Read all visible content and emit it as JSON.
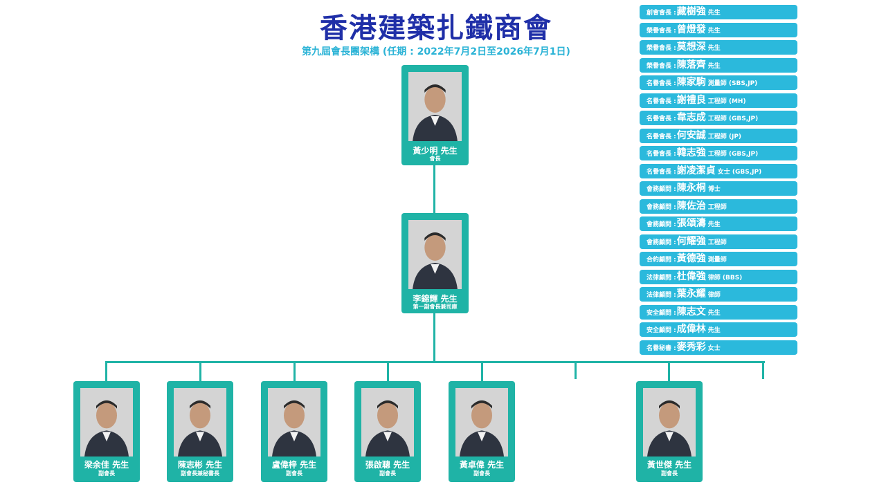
{
  "header": {
    "title": "香港建築扎鐵商會",
    "subtitle": "第九屆會長團架構 (任期 : 2022年7月2日至2026年7月1日)"
  },
  "president": {
    "name": "黃少明 先生",
    "role": "會長"
  },
  "first_vice": {
    "name": "李錦輝 先生",
    "role": "第一副會長兼司庫"
  },
  "vice_presidents": [
    {
      "name": "梁余佳 先生",
      "role": "副會長"
    },
    {
      "name": "陳志彬 先生",
      "role": "副會長兼秘書長"
    },
    {
      "name": "盧偉梓 先生",
      "role": "副會長"
    },
    {
      "name": "張啟聰 先生",
      "role": "副會長"
    },
    {
      "name": "黃卓偉 先生",
      "role": "副會長"
    },
    {
      "name": "黃世傑 先生",
      "role": "副會長"
    }
  ],
  "roster": [
    {
      "title": "創會會長 :",
      "name": "藏樹強",
      "suffix": "先生"
    },
    {
      "title": "榮譽會長 :",
      "name": "曾燈發",
      "suffix": "先生"
    },
    {
      "title": "榮譽會長 :",
      "name": "莫想深",
      "suffix": "先生"
    },
    {
      "title": "榮譽會長 :",
      "name": "陳落齊",
      "suffix": "先生"
    },
    {
      "title": "名譽會長 :",
      "name": "陳家駒",
      "suffix": "測量師 (SBS,JP)"
    },
    {
      "title": "名譽會長 :",
      "name": "謝禮良",
      "suffix": "工程師 (MH)"
    },
    {
      "title": "名譽會長 :",
      "name": "韋志成",
      "suffix": "工程師 (GBS,JP)"
    },
    {
      "title": "名譽會長 :",
      "name": "何安誠",
      "suffix": "工程師 (JP)"
    },
    {
      "title": "名譽會長 :",
      "name": "韓志強",
      "suffix": "工程師 (GBS,JP)"
    },
    {
      "title": "名譽會長 :",
      "name": "謝凌潔貞",
      "suffix": "女士 (GBS,JP)"
    },
    {
      "title": "會務顧問 :",
      "name": "陳永桐",
      "suffix": "博士"
    },
    {
      "title": "會務顧問 :",
      "name": "陳佐治",
      "suffix": "工程師"
    },
    {
      "title": "會務顧問 :",
      "name": "張頌濤",
      "suffix": "先生"
    },
    {
      "title": "會務顧問 :",
      "name": "何耀強",
      "suffix": "工程師"
    },
    {
      "title": "合約顧問 :",
      "name": "黃德強",
      "suffix": "測量師"
    },
    {
      "title": "法律顧問 :",
      "name": "杜偉強",
      "suffix": "律師 (BBS)"
    },
    {
      "title": "法律顧問 :",
      "name": "葉永耀",
      "suffix": "律師"
    },
    {
      "title": "安全顧問 :",
      "name": "陳志文",
      "suffix": "先生"
    },
    {
      "title": "安全顧問 :",
      "name": "成偉林",
      "suffix": "先生"
    },
    {
      "title": "名譽秘書 :",
      "name": "麥秀彩",
      "suffix": "女士"
    }
  ],
  "colors": {
    "title": "#1f2fa8",
    "accent": "#1fb3a6",
    "roster": "#2bb9dc"
  }
}
